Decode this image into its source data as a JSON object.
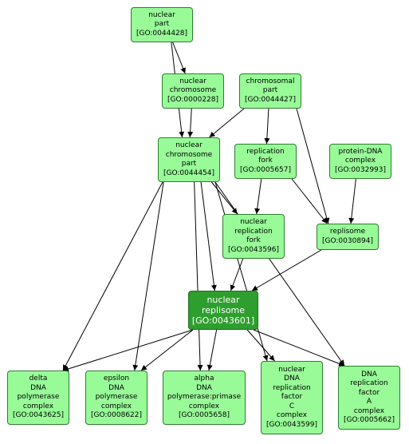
{
  "colors": {
    "node_fill": "#98fb98",
    "focus_fill": "#2e9e2e",
    "edge": "#000000"
  },
  "nodes": {
    "n0044428": {
      "label": "nuclear\npart\n[GO:0044428]"
    },
    "n0000228": {
      "label": "nuclear\nchromosome\n[GO:0000228]"
    },
    "n0044427": {
      "label": "chromosomal\npart\n[GO:0044427]"
    },
    "n0044454": {
      "label": "nuclear\nchromosome\npart\n[GO:0044454]"
    },
    "n0005657": {
      "label": "replication\nfork\n[GO:0005657]"
    },
    "n0032993": {
      "label": "protein-DNA\ncomplex\n[GO:0032993]"
    },
    "n0043596": {
      "label": "nuclear\nreplication\nfork\n[GO:0043596]"
    },
    "n0030894": {
      "label": "replisome\n[GO:0030894]"
    },
    "n0043601": {
      "label": "nuclear\nreplisome\n[GO:0043601]"
    },
    "n0043625": {
      "label": "delta\nDNA\npolymerase\ncomplex\n[GO:0043625]"
    },
    "n0008622": {
      "label": "epsilon\nDNA\npolymerase\ncomplex\n[GO:0008622]"
    },
    "n0005658": {
      "label": "alpha\nDNA\npolymerase:primase\ncomplex\n[GO:0005658]"
    },
    "n0043599": {
      "label": "nuclear\nDNA\nreplication\nfactor\nC\ncomplex\n[GO:0043599]"
    },
    "n0005662": {
      "label": "DNA\nreplication\nfactor\nA\ncomplex\n[GO:0005662]"
    }
  },
  "edges": [
    [
      "n0044428",
      "n0000228"
    ],
    [
      "n0044428",
      "n0044454"
    ],
    [
      "n0000228",
      "n0044454"
    ],
    [
      "n0044427",
      "n0044454"
    ],
    [
      "n0044427",
      "n0005657"
    ],
    [
      "n0044427",
      "n0030894"
    ],
    [
      "n0005657",
      "n0043596"
    ],
    [
      "n0005657",
      "n0030894"
    ],
    [
      "n0032993",
      "n0030894"
    ],
    [
      "n0044454",
      "n0043596"
    ],
    [
      "n0044454",
      "n0043601"
    ],
    [
      "n0044454",
      "n0043625"
    ],
    [
      "n0044454",
      "n0008622"
    ],
    [
      "n0044454",
      "n0005658"
    ],
    [
      "n0044454",
      "n0043599"
    ],
    [
      "n0044454",
      "n0005662"
    ],
    [
      "n0043596",
      "n0043601"
    ],
    [
      "n0030894",
      "n0043601"
    ],
    [
      "n0043601",
      "n0043625"
    ],
    [
      "n0043601",
      "n0008622"
    ],
    [
      "n0043601",
      "n0005658"
    ],
    [
      "n0043601",
      "n0043599"
    ],
    [
      "n0043601",
      "n0005662"
    ]
  ]
}
